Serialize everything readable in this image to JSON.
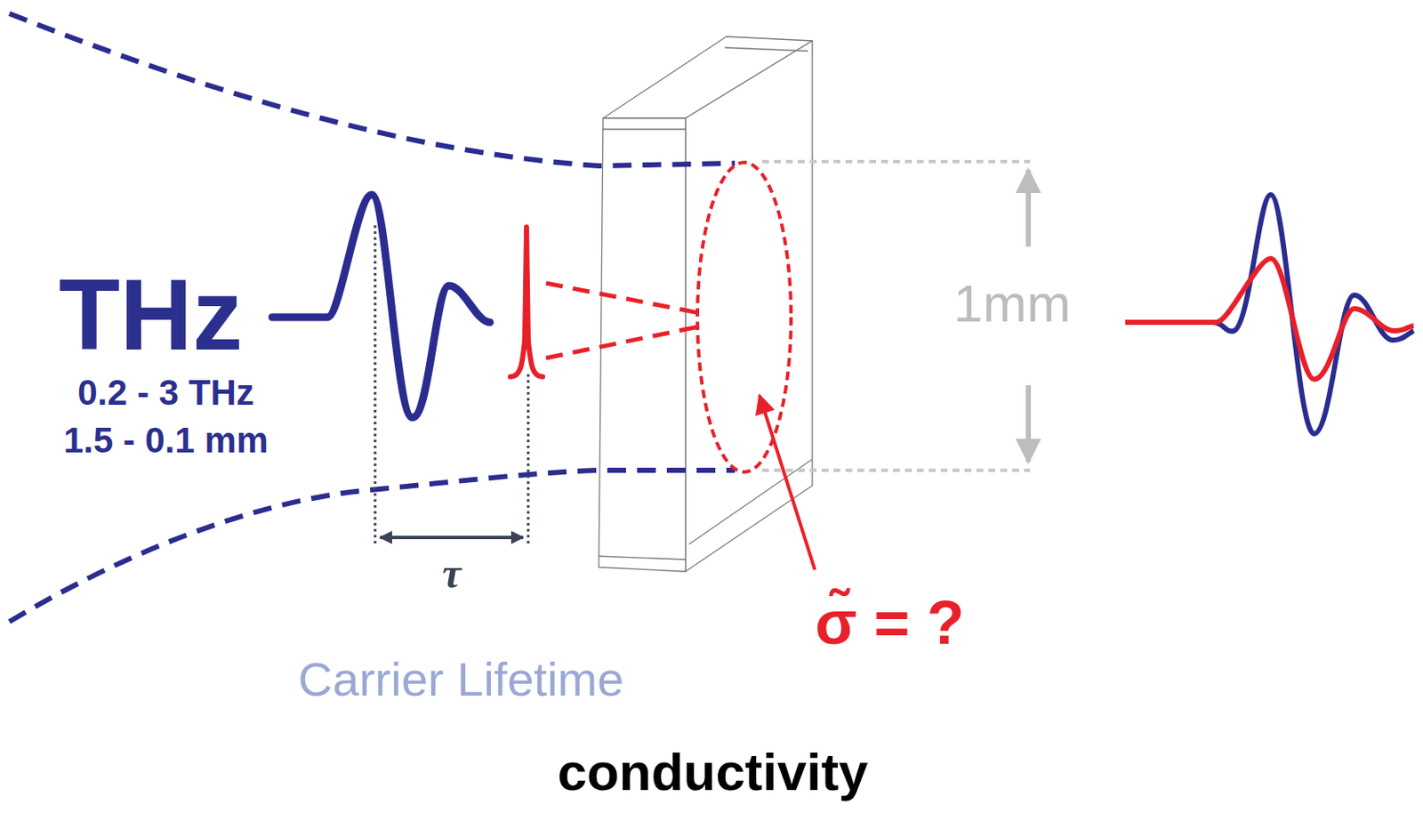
{
  "diagram": {
    "caption": "conductivity",
    "labels": [
      "THz",
      "0.2 - 3 THz",
      "1.5 - 0.1 mm",
      "τ",
      "Carrier Lifetime",
      "σ̃ = ?",
      "1mm"
    ]
  }
}
